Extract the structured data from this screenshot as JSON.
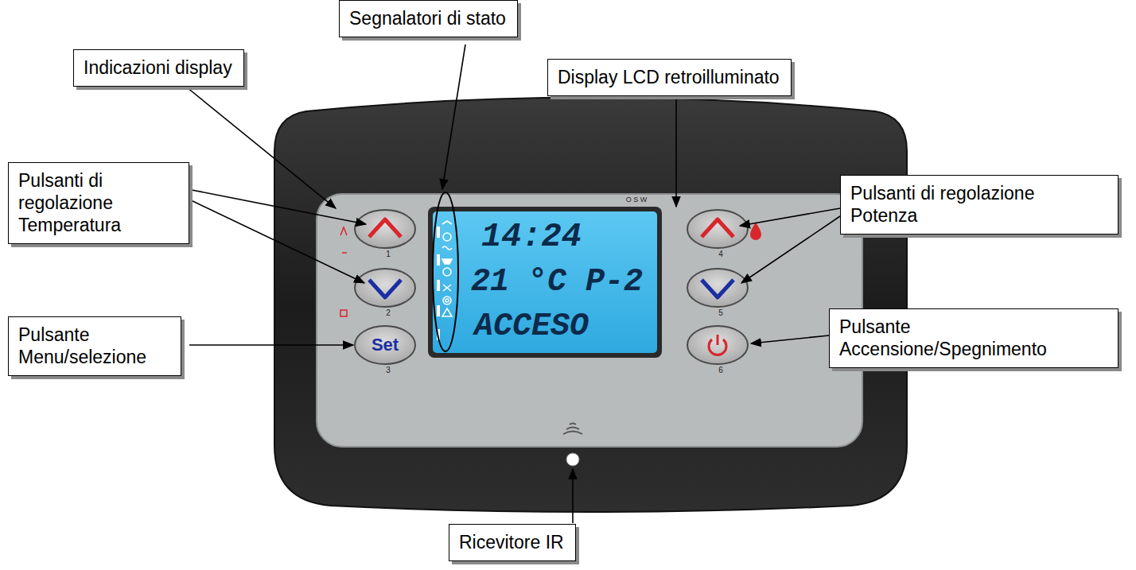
{
  "diagram": {
    "nodes": [
      {
        "text": [
          "Segnalatori di stato"
        ]
      },
      {
        "text": [
          "Indicazioni display"
        ]
      },
      {
        "text": [
          "Display LCD retroilluminato"
        ]
      },
      {
        "text": [
          "Pulsanti di regolazione Temperatura"
        ]
      },
      {
        "text": [
          "Pulsanti di regolazione Potenza"
        ]
      },
      {
        "text": [
          "Pulsante Menu/selezione"
        ]
      },
      {
        "text": [
          "Pulsante Accensione/Spegnimento"
        ]
      },
      {
        "text": [
          "Ricevitore IR"
        ]
      }
    ],
    "labels": [
      "14:24",
      "21 °C P-2",
      "ACCESO",
      "Set",
      "1",
      "2",
      "3",
      "4",
      "5",
      "6",
      "O S W"
    ]
  }
}
